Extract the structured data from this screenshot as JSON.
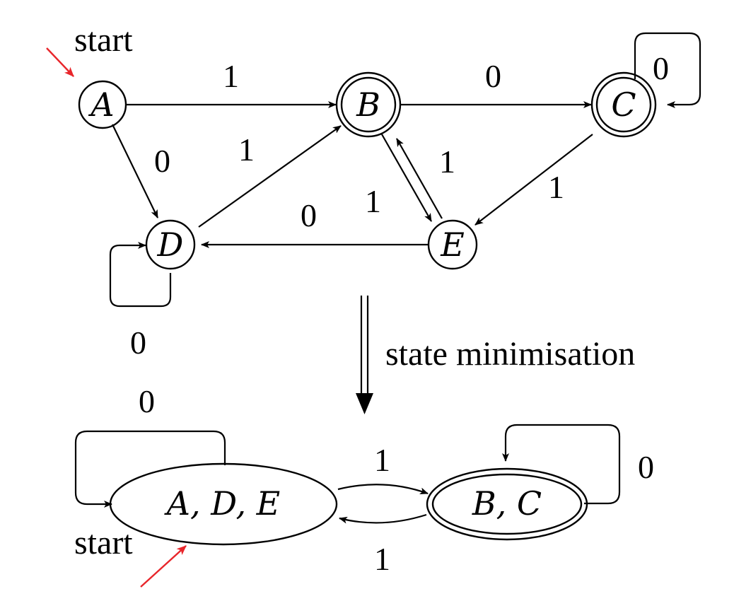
{
  "colors": {
    "ink": "#000000",
    "start_marker": "#e8262b",
    "background": "#ffffff"
  },
  "top": {
    "start_label": "start",
    "states": {
      "A": {
        "name": "A",
        "accepting": false
      },
      "B": {
        "name": "B",
        "accepting": true
      },
      "C": {
        "name": "C",
        "accepting": true
      },
      "D": {
        "name": "D",
        "accepting": false
      },
      "E": {
        "name": "E",
        "accepting": false
      }
    },
    "transitions": [
      {
        "from": "A",
        "to": "B",
        "symbol": "1"
      },
      {
        "from": "A",
        "to": "D",
        "symbol": "0"
      },
      {
        "from": "B",
        "to": "C",
        "symbol": "0"
      },
      {
        "from": "B",
        "to": "E",
        "symbol": "1"
      },
      {
        "from": "C",
        "to": "C",
        "symbol": "0"
      },
      {
        "from": "C",
        "to": "E",
        "symbol": "1"
      },
      {
        "from": "D",
        "to": "B",
        "symbol": "1"
      },
      {
        "from": "D",
        "to": "D",
        "symbol": "0"
      },
      {
        "from": "E",
        "to": "B",
        "symbol": "1"
      },
      {
        "from": "E",
        "to": "D",
        "symbol": "0"
      }
    ]
  },
  "process_label": "state minimisation",
  "bottom": {
    "start_label": "start",
    "states": {
      "ADE": {
        "name": "A, D, E",
        "accepting": false
      },
      "BC": {
        "name": "B, C",
        "accepting": true
      }
    },
    "transitions": [
      {
        "from": "ADE",
        "to": "ADE",
        "symbol": "0"
      },
      {
        "from": "ADE",
        "to": "BC",
        "symbol": "1"
      },
      {
        "from": "BC",
        "to": "ADE",
        "symbol": "1"
      },
      {
        "from": "BC",
        "to": "BC",
        "symbol": "0"
      }
    ]
  }
}
